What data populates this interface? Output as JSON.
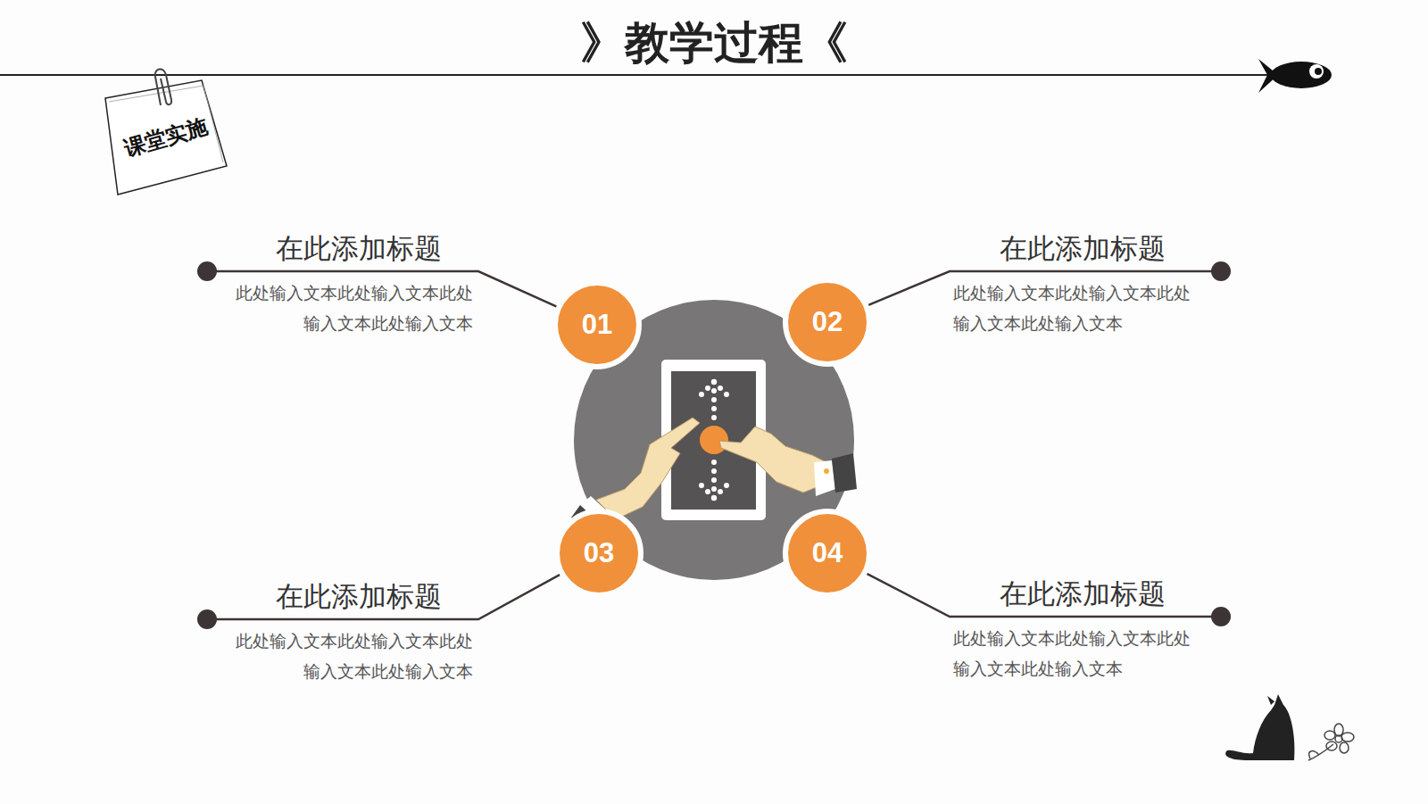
{
  "diagram": {
    "title": "》教学过程《",
    "nodes": [
      {
        "text": [
          "课堂实施"
        ]
      },
      {
        "text": [
          "在此添加标题",
          "此处输入文本此处输入文本此处 输入文本此处输入文本"
        ]
      },
      {
        "text": [
          "01"
        ]
      },
      {
        "text": [
          "02"
        ]
      },
      {
        "text": [
          "在此添加标题",
          "此处输入文本此处输入文本此处 输入文本此处输入文本"
        ]
      },
      {
        "text": [
          "在此添加标题",
          "此处输入文本此处输入文本此处 输入文本此处输入文本"
        ]
      },
      {
        "text": [
          "03"
        ]
      },
      {
        "text": [
          "04"
        ]
      },
      {
        "text": [
          "在此添加标题",
          "此处输入文本此处输入文本此处 输入文本此处输入文本"
        ]
      }
    ],
    "edges": [
      {
        "from": 1,
        "to": 2,
        "arrow": "none"
      },
      {
        "from": 3,
        "to": 4,
        "arrow": "none"
      },
      {
        "from": 5,
        "to": 6,
        "arrow": "none"
      },
      {
        "from": 7,
        "to": 8,
        "arrow": "none"
      }
    ]
  }
}
